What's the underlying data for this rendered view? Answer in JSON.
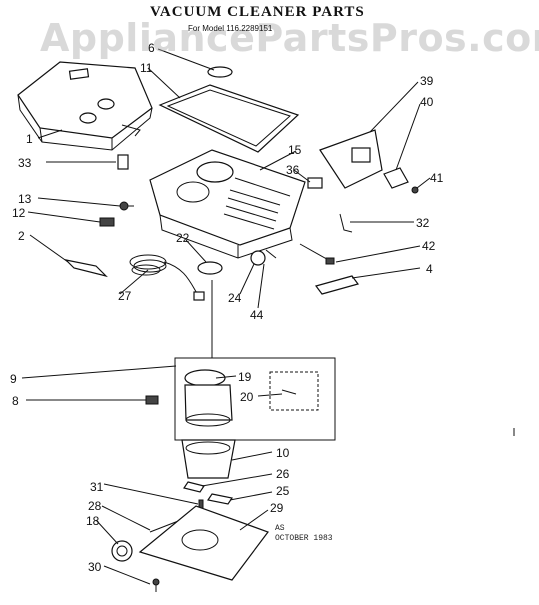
{
  "header": {
    "title": "VACUUM CLEANER PARTS",
    "subtitle": "For Model 116.2289151",
    "watermark": "AppliancePartsPros.com"
  },
  "footer": {
    "code": "AS",
    "date": "OCTOBER 1983"
  },
  "callouts": [
    "1",
    "2",
    "4",
    "8",
    "9",
    "10",
    "11",
    "12",
    "13",
    "15",
    "18",
    "19",
    "20",
    "22",
    "24",
    "25",
    "26",
    "27",
    "28",
    "29",
    "30",
    "31",
    "32",
    "33",
    "36",
    "39",
    "40",
    "41",
    "42",
    "44",
    "6"
  ]
}
